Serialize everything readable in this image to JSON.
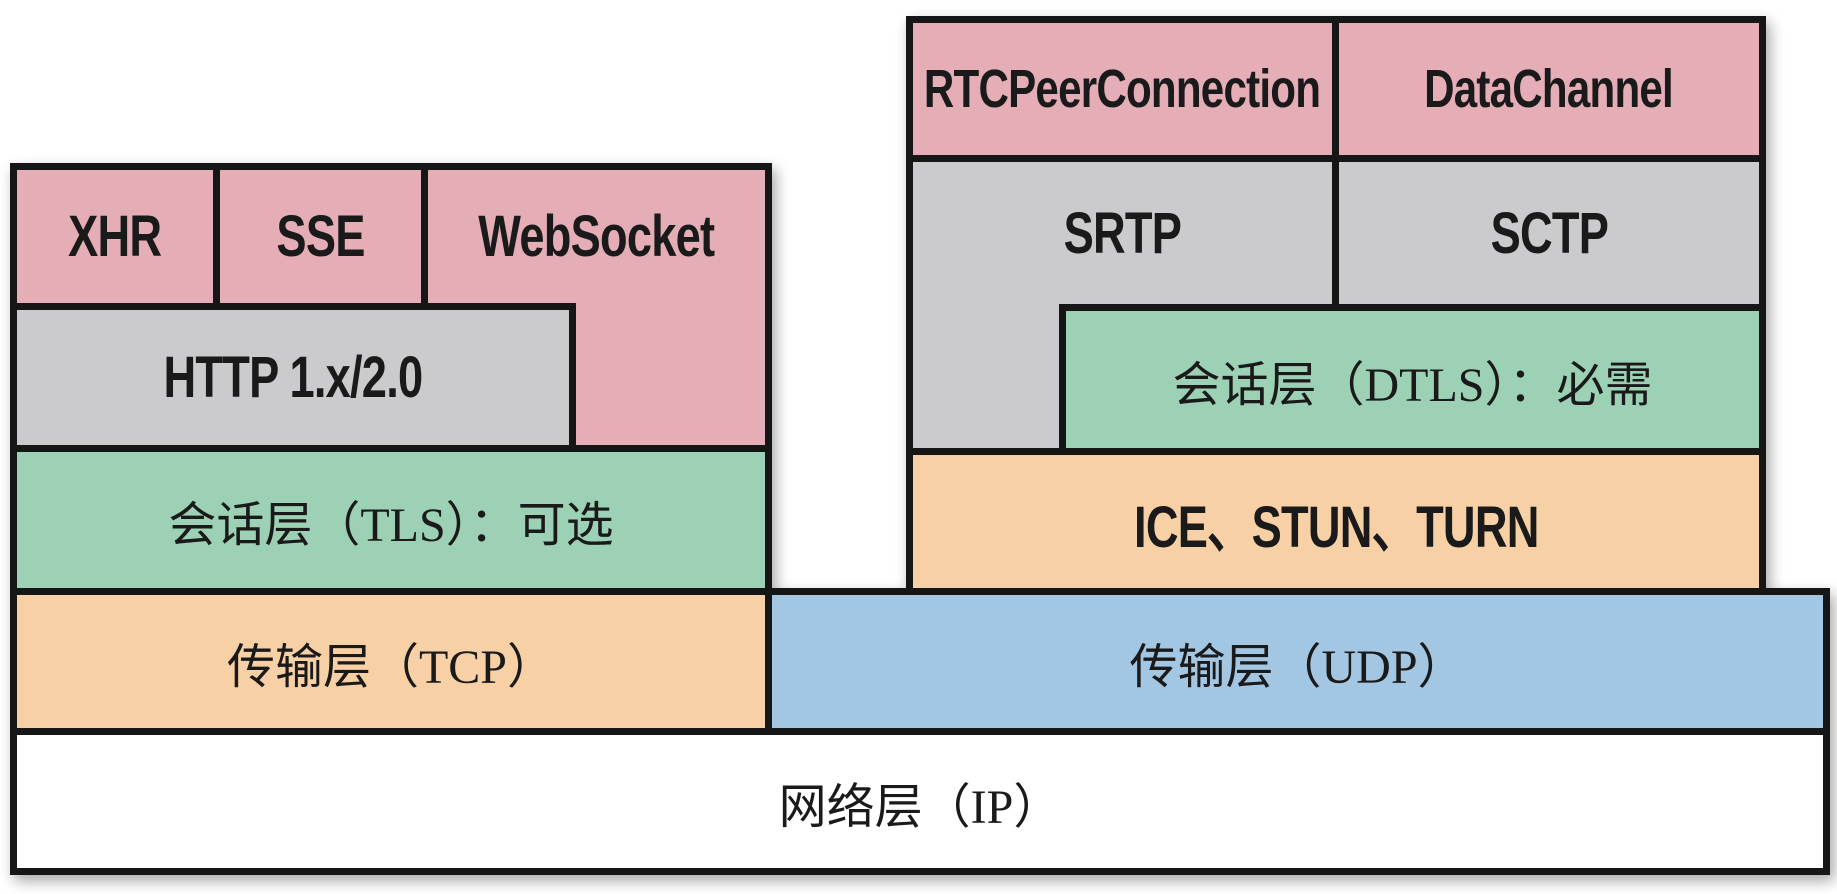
{
  "diagram_title": "browser-network-protocol-stacks",
  "left_stack": {
    "xhr_label": "XHR",
    "sse_label": "SSE",
    "websocket_label": "WebSocket",
    "http_label": "HTTP 1.x/2.0",
    "tls_label": "会话层（TLS）：可选",
    "tcp_label": "传输层（TCP）"
  },
  "right_stack": {
    "rtcpeerconnection_label": "RTCPeerConnection",
    "datachannel_label": "DataChannel",
    "srtp_label": "SRTP",
    "sctp_label": "SCTP",
    "dtls_label": "会话层（DTLS）：必需",
    "ice_label": "ICE、STUN、TURN",
    "udp_label": "传输层（UDP）"
  },
  "bottom": {
    "ip_label": "网络层（IP）"
  },
  "colors": {
    "pink": "#e5aeb6",
    "gray": "#cbcbcd",
    "green": "#9dd1b5",
    "orange": "#f8d0a5",
    "blue": "#a3c6e2",
    "white": "#ffffff",
    "border": "#161616",
    "text": "#1a1a1a",
    "background": "#ffffff"
  }
}
